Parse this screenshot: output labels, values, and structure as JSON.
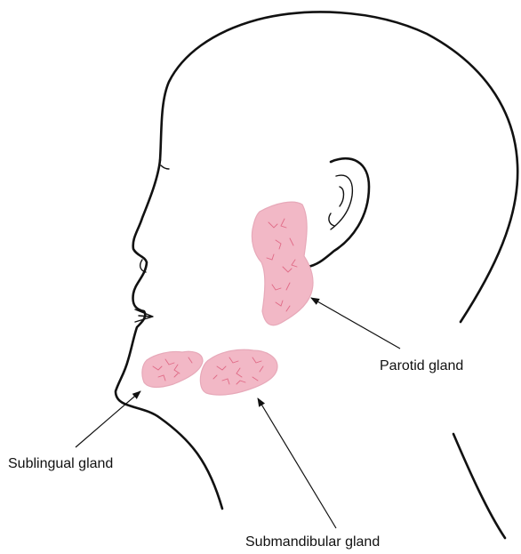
{
  "colors": {
    "gland_fill": "#f2b8c6",
    "gland_vein": "#e06a86",
    "outline": "#111111",
    "background": "#ffffff"
  },
  "labels": {
    "parotid": "Parotid gland",
    "sublingual": "Sublingual gland",
    "submandibular": "Submandibular gland"
  }
}
